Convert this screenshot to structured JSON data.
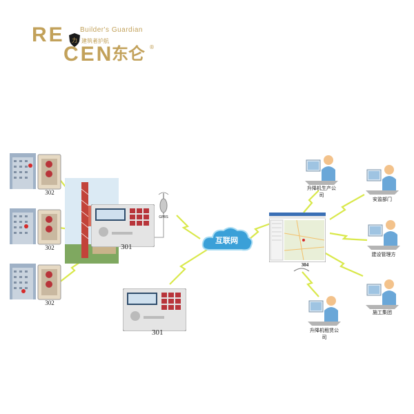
{
  "logo": {
    "text_line1": "RE",
    "text_line2": "CEN",
    "chinese_name": "东仑",
    "tagline_en": "Builder's Guardian",
    "tagline_cn": "建筑者护航",
    "registered_mark": "®",
    "color": "#c2a15a"
  },
  "diagram": {
    "left_units": [
      {
        "label": "302"
      },
      {
        "label": "302"
      },
      {
        "label": "302"
      }
    ],
    "controller_top_label": "301",
    "controller_bottom_label": "301",
    "antenna_label": "GPRS",
    "internet_label": "互联网",
    "server_label": "304",
    "nodes": [
      {
        "label": "升降机生产公司"
      },
      {
        "label": "安监部门"
      },
      {
        "label": "建设管理方"
      },
      {
        "label": "施工集团"
      },
      {
        "label": "升降机租赁公司"
      }
    ],
    "colors": {
      "lightning": "#d9e84a",
      "cloud": "#3aa0d8",
      "cloud_light": "#a9dcf3",
      "controller_body": "#e4e4e4",
      "keypad": "#b8343a",
      "crane": "#c2433a"
    }
  }
}
